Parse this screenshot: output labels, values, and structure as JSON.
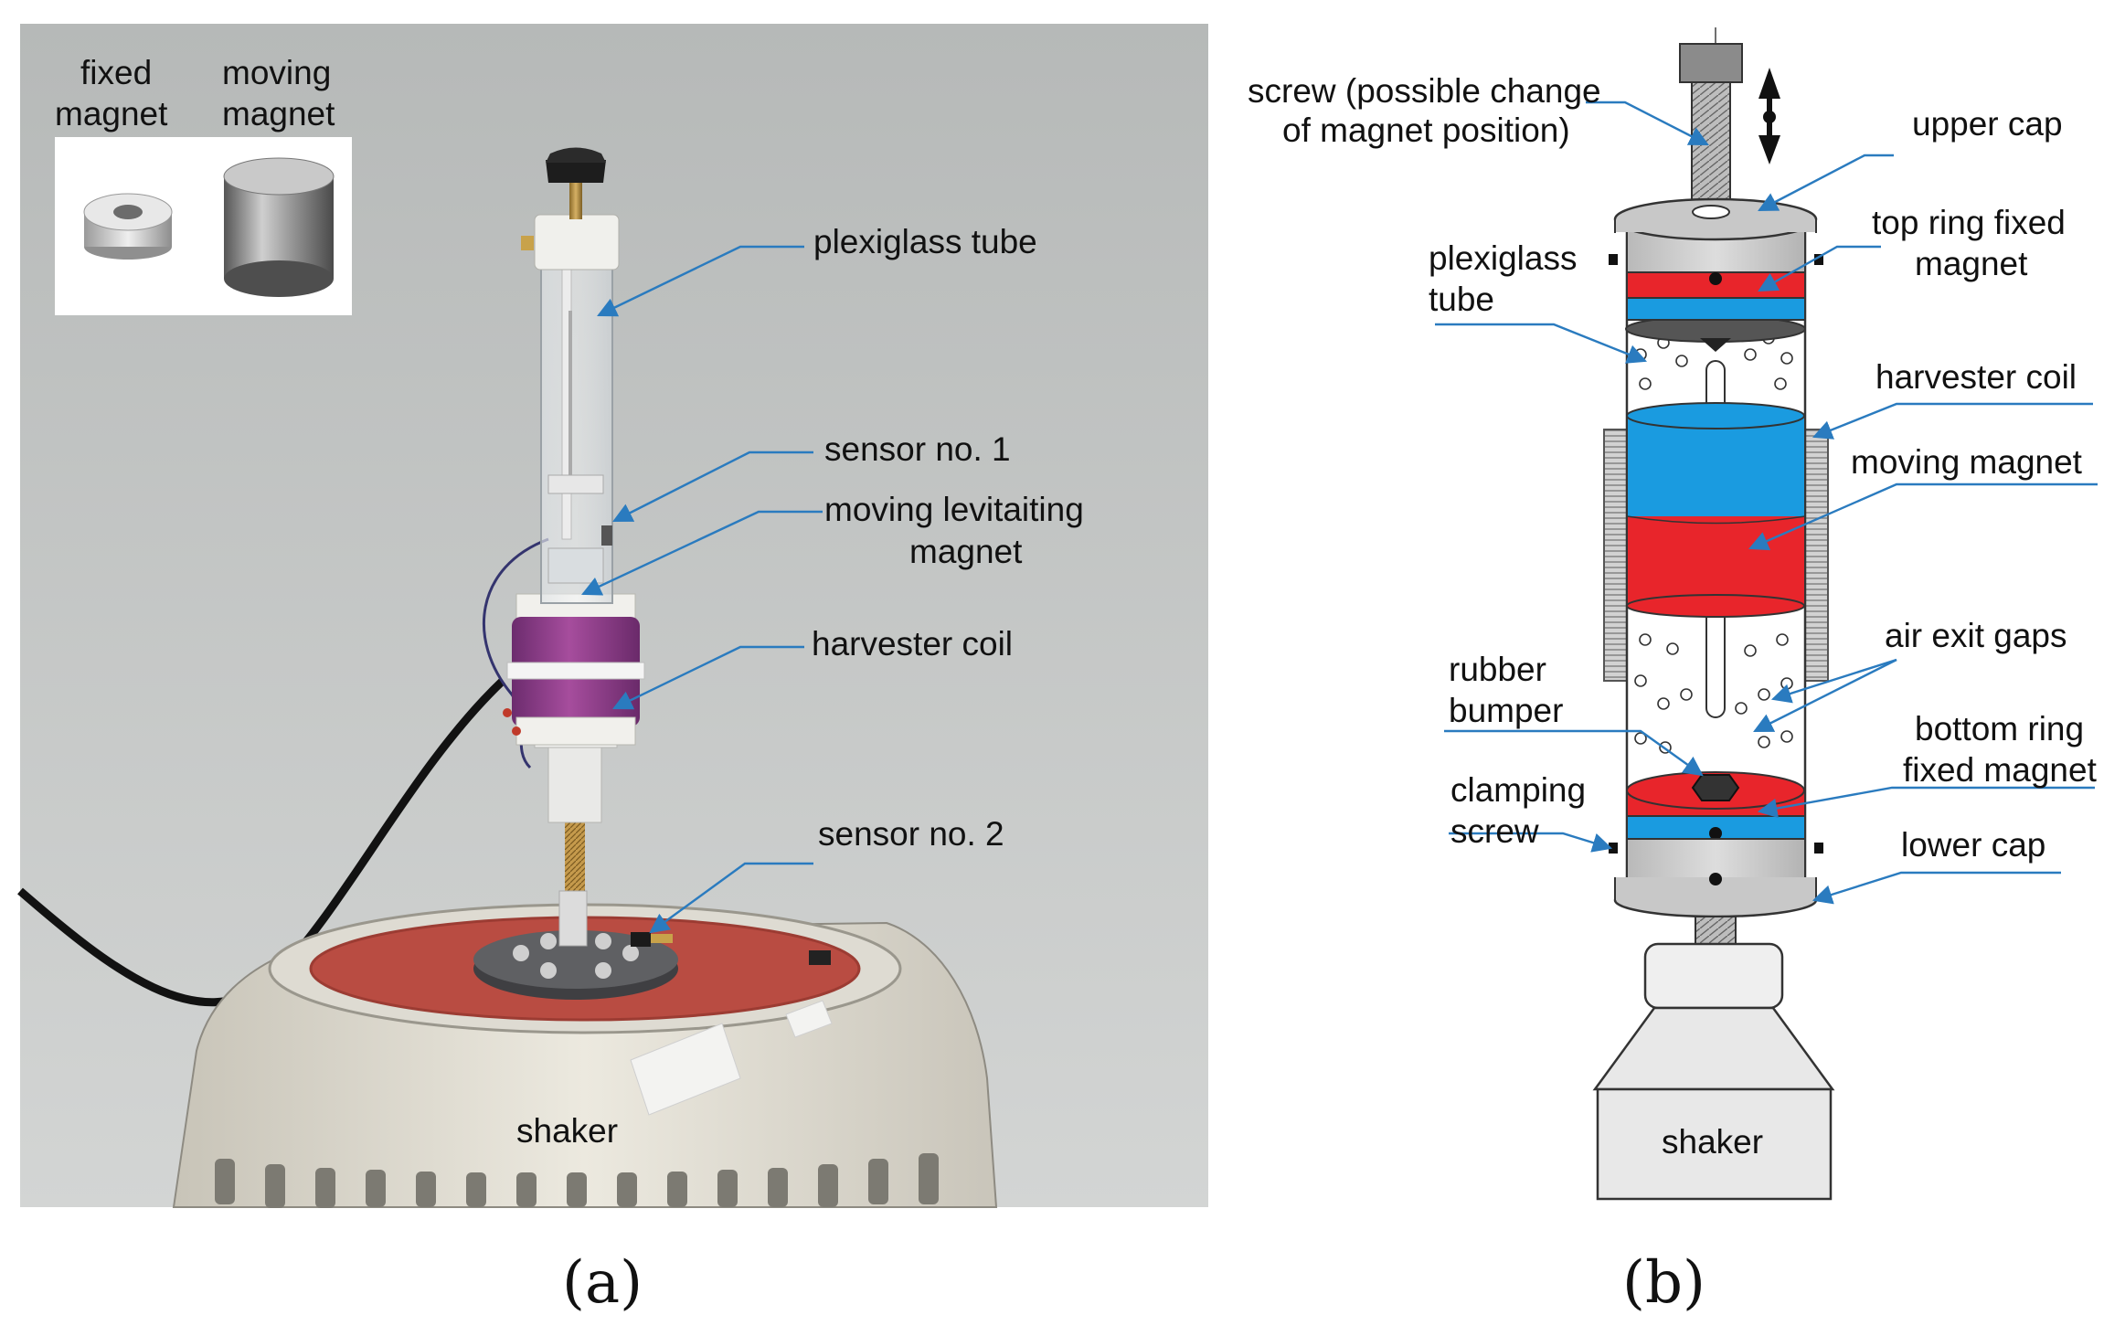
{
  "panel_a": {
    "caption": "(a)",
    "inset": {
      "fixed_label_1": "fixed",
      "fixed_label_2": "magnet",
      "moving_label_1": "moving",
      "moving_label_2": "magnet"
    },
    "labels": {
      "plexiglass_tube": "plexiglass tube",
      "sensor_1": "sensor no. 1",
      "moving_levitating_1": "moving levitaiting",
      "moving_levitating_2": "magnet",
      "harvester_coil": "harvester coil",
      "sensor_2": "sensor no. 2",
      "shaker": "shaker"
    }
  },
  "panel_b": {
    "caption": "(b)",
    "labels": {
      "screw_1": "screw (possible change",
      "screw_2": "of magnet position)",
      "upper_cap": "upper cap",
      "top_ring_1": "top ring fixed",
      "top_ring_2": "magnet",
      "plexiglass_1": "plexiglass",
      "plexiglass_2": "tube",
      "harvester_coil": "harvester coil",
      "moving_magnet": "moving magnet",
      "air_exit_gaps": "air exit gaps",
      "rubber_1": "rubber",
      "rubber_2": "bumper",
      "bottom_ring_1": "bottom ring",
      "bottom_ring_2": "fixed magnet",
      "clamping_1": "clamping",
      "clamping_2": "screw",
      "lower_cap": "lower cap",
      "shaker": "shaker"
    }
  },
  "colors": {
    "magnet_red": "#e8252b",
    "magnet_blue": "#1a9be0",
    "cap_gray": "#c8c8c8",
    "leader_blue": "#2a7bbf",
    "photo_bg": "#c9cbca",
    "coil_purple": "#8e3a8a"
  }
}
